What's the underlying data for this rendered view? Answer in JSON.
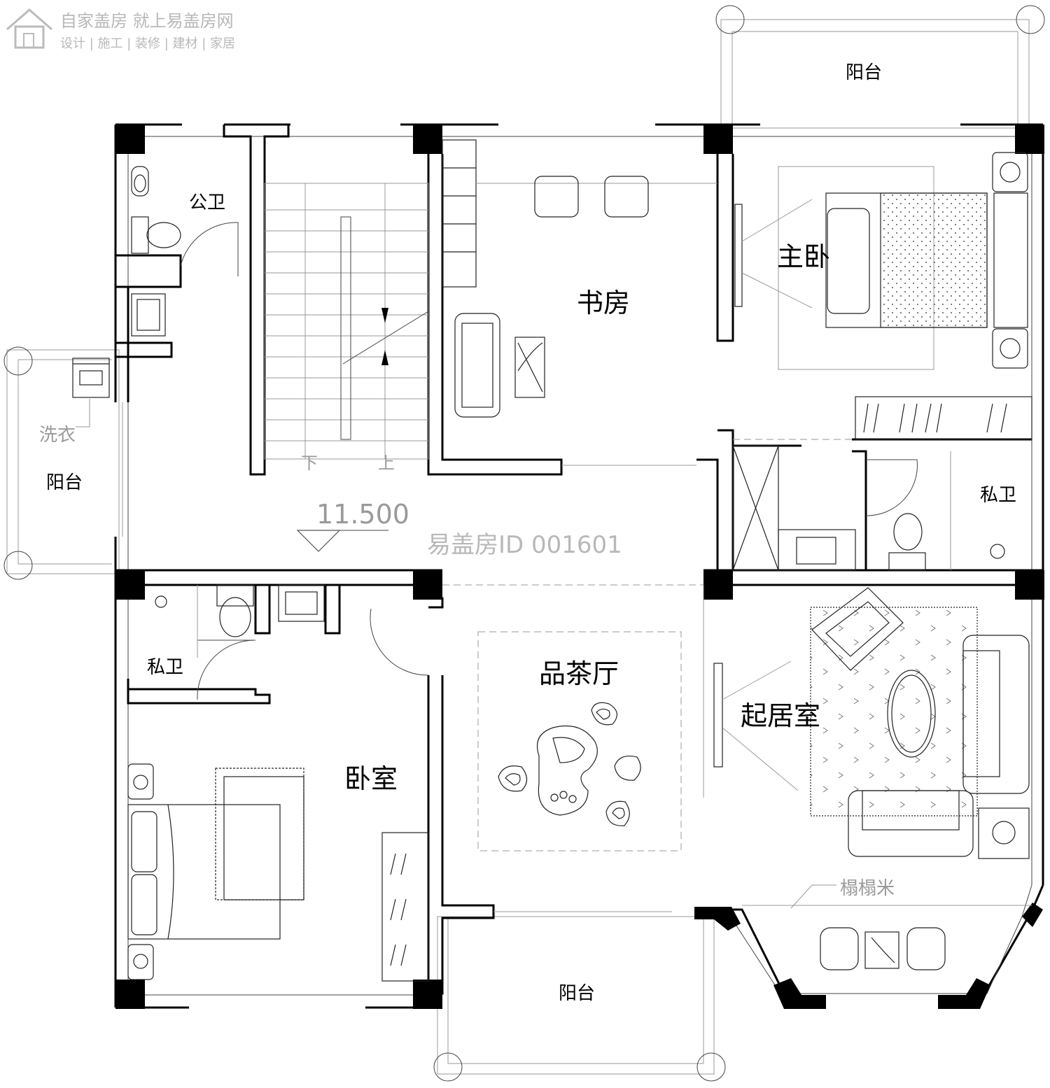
{
  "watermark": {
    "line1": "自家盖房 就上易盖房网",
    "line2": "设计 | 施工 | 装修 | 建材 | 家居",
    "center": "易盖房ID 001601"
  },
  "rooms": {
    "balcony_top": "阳台",
    "public_bath": "公卫",
    "study": "书房",
    "master_bedroom": "主卧",
    "laundry": "洗衣",
    "balcony_left": "阳台",
    "private_bath_right": "私卫",
    "private_bath_left": "私卫",
    "tea_room": "品茶厅",
    "living_room": "起居室",
    "bedroom": "卧室",
    "tatami": "榻榻米",
    "balcony_bottom": "阳台"
  },
  "stairs": {
    "down": "下",
    "up": "上",
    "elevation": "11.500"
  }
}
